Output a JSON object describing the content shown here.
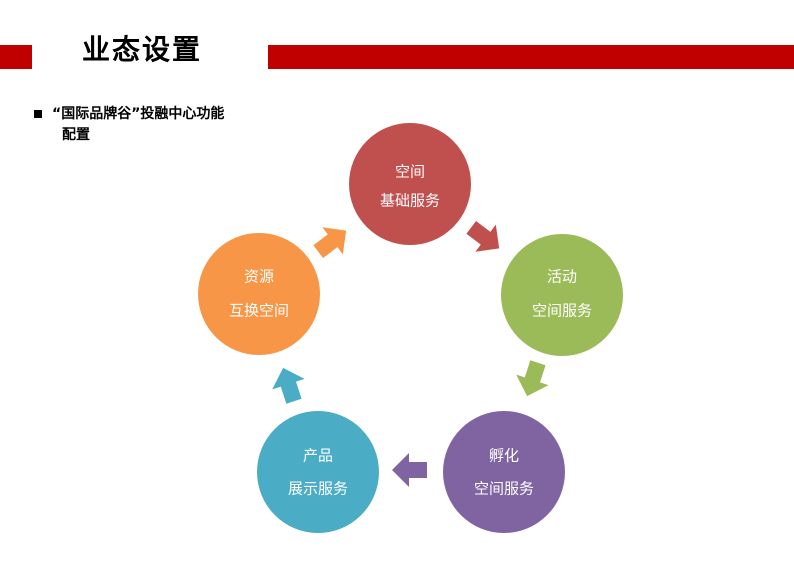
{
  "slide": {
    "title": "业态设置",
    "bullet": {
      "line1": "“国际品牌谷”投融中心功能",
      "line2": "配置"
    }
  },
  "diagram": {
    "nodes": [
      {
        "id": "space",
        "line1": "空间",
        "line2": "基础服务",
        "color": "#c0504d"
      },
      {
        "id": "activity",
        "line1": "活动",
        "line2": "空间服务",
        "color": "#9bbb59"
      },
      {
        "id": "incubation",
        "line1": "孵化",
        "line2": "空间服务",
        "color": "#8064a2"
      },
      {
        "id": "product",
        "line1": "产品",
        "line2": "展示服务",
        "color": "#4bacc6"
      },
      {
        "id": "resource",
        "line1": "资源",
        "line2": "互换空间",
        "color": "#f79646"
      }
    ],
    "arrows": [
      {
        "from": "space",
        "to": "activity",
        "color": "#c0504d"
      },
      {
        "from": "activity",
        "to": "incubation",
        "color": "#9bbb59"
      },
      {
        "from": "incubation",
        "to": "product",
        "color": "#8064a2"
      },
      {
        "from": "product",
        "to": "resource",
        "color": "#4bacc6"
      },
      {
        "from": "resource",
        "to": "space",
        "color": "#f79646"
      }
    ]
  }
}
